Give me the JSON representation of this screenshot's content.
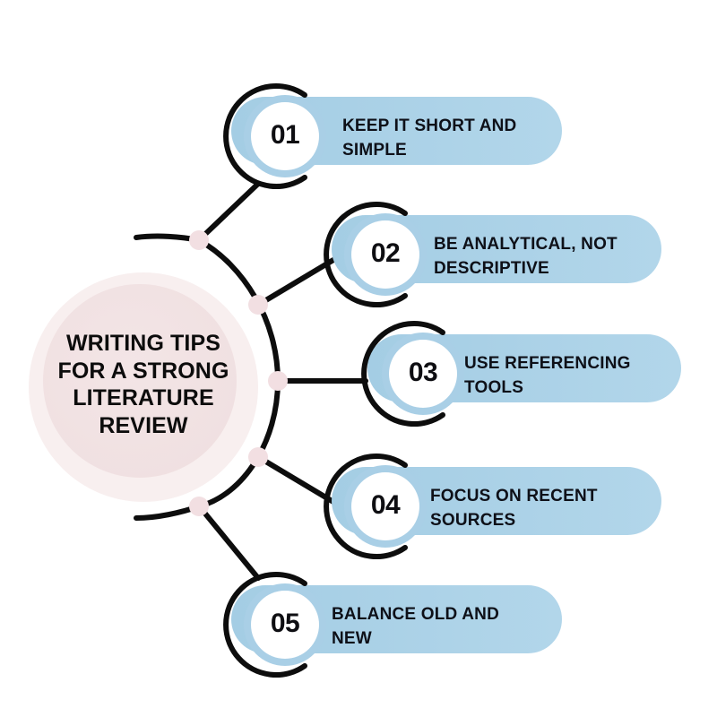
{
  "hub": {
    "title": "WRITING TIPS\nFOR A STRONG\nLITERATURE\nREVIEW",
    "outer_color": "#f7eeee",
    "inner_color": "#f2e3e4"
  },
  "theme": {
    "background": "#ffffff",
    "pill_fill": "#a7cfe5",
    "pill_fill_light": "#b3d6e9",
    "ring_inner_blue": "#a9cfe6",
    "circle_white": "#ffffff",
    "stroke_black": "#0d0d0d",
    "node_pink": "#f2dfe2",
    "text_dark": "#0e1018"
  },
  "items": [
    {
      "number": "01",
      "label": "KEEP IT SHORT AND\nSIMPLE"
    },
    {
      "number": "02",
      "label": "BE ANALYTICAL, NOT\nDESCRIPTIVE"
    },
    {
      "number": "03",
      "label": "USE REFERENCING\nTOOLS"
    },
    {
      "number": "04",
      "label": "FOCUS ON RECENT\nSOURCES"
    },
    {
      "number": "05",
      "label": "BALANCE OLD AND\nNEW"
    }
  ]
}
